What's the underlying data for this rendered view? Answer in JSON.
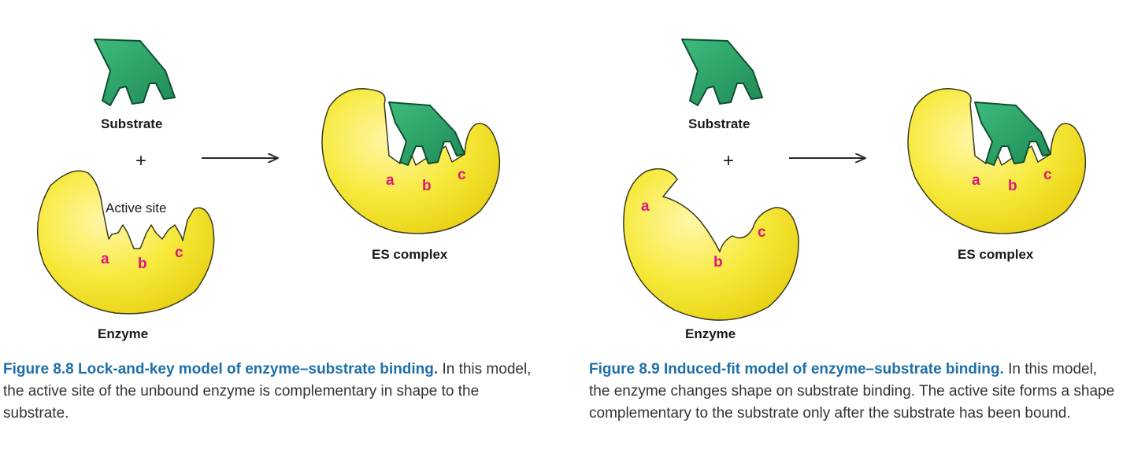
{
  "colors": {
    "enzyme_fill": "#f5e62a",
    "enzyme_highlight": "#fff7a8",
    "enzyme_stroke": "#3a3a20",
    "substrate_fill": "#2fa36b",
    "substrate_stroke": "#0f4f30",
    "site_label": "#e0157a",
    "caption_title": "#1e6fa8",
    "caption_text": "#333333",
    "arrow": "#2a2a2a"
  },
  "figure_8_8": {
    "substrate_label": "Substrate",
    "plus": "+",
    "active_site_label": "Active site",
    "enzyme_label": "Enzyme",
    "complex_label": "ES complex",
    "sites": [
      "a",
      "b",
      "c"
    ],
    "complex_sites": [
      "a",
      "b",
      "c"
    ],
    "caption_title": "Figure 8.8  Lock-and-key model of enzyme–substrate binding.",
    "caption_body": " In this model, the active site of the unbound enzyme is complementary in shape to the substrate."
  },
  "figure_8_9": {
    "substrate_label": "Substrate",
    "plus": "+",
    "enzyme_label": "Enzyme",
    "complex_label": "ES complex",
    "sites": [
      "a",
      "b",
      "c"
    ],
    "complex_sites": [
      "a",
      "b",
      "c"
    ],
    "caption_title": "Figure 8.9  Induced-fit model of enzyme–substrate binding.",
    "caption_body": " In this model, the enzyme changes shape on substrate binding. The active site forms a shape complementary to the substrate only after the substrate has been bound."
  }
}
